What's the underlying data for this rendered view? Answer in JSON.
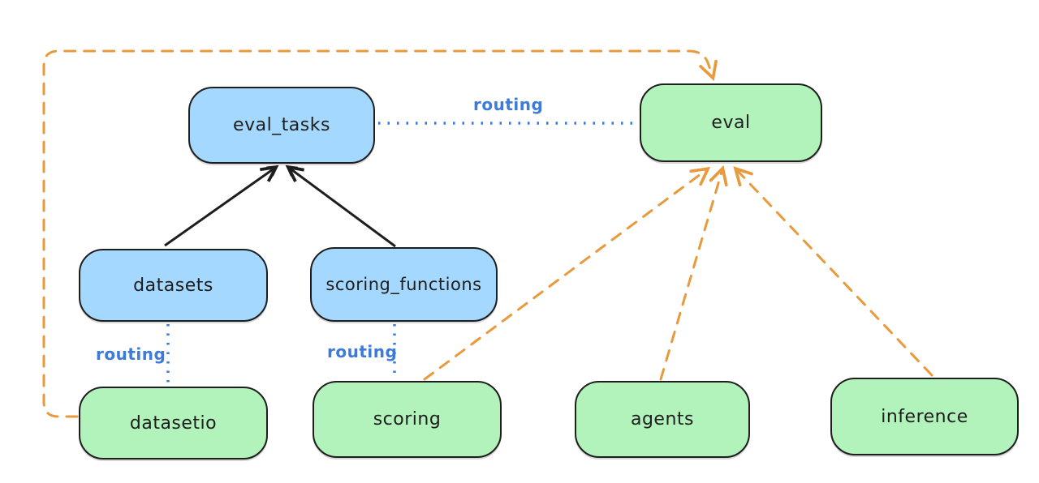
{
  "colors": {
    "node-blue": "#a5d8ff",
    "node-green": "#b2f2bb",
    "stroke-dark": "#1e1e1e",
    "routing-blue": "#3d7bdb",
    "arrow-orange": "#e89a3c",
    "canvas-bg": "#ffffff"
  },
  "diagram": {
    "nodes": [
      {
        "id": "eval_tasks",
        "label": "eval_tasks",
        "color": "blue"
      },
      {
        "id": "eval",
        "label": "eval",
        "color": "green"
      },
      {
        "id": "datasets",
        "label": "datasets",
        "color": "blue"
      },
      {
        "id": "scoring_functions",
        "label": "scoring_functions",
        "color": "blue"
      },
      {
        "id": "datasetio",
        "label": "datasetio",
        "color": "green"
      },
      {
        "id": "scoring",
        "label": "scoring",
        "color": "green"
      },
      {
        "id": "agents",
        "label": "agents",
        "color": "green"
      },
      {
        "id": "inference",
        "label": "inference",
        "color": "green"
      }
    ],
    "edges": [
      {
        "from": "datasets",
        "to": "eval_tasks",
        "style": "solid-arrow",
        "color": "black"
      },
      {
        "from": "scoring_functions",
        "to": "eval_tasks",
        "style": "solid-arrow",
        "color": "black"
      },
      {
        "from": "eval_tasks",
        "to": "eval",
        "style": "dotted",
        "color": "blue",
        "label": "routing"
      },
      {
        "from": "datasets",
        "to": "datasetio",
        "style": "dotted",
        "color": "blue",
        "label": "routing"
      },
      {
        "from": "scoring_functions",
        "to": "scoring",
        "style": "dotted",
        "color": "blue",
        "label": "routing"
      },
      {
        "from": "datasetio",
        "to": "eval",
        "style": "dashed-arrow",
        "color": "orange"
      },
      {
        "from": "scoring",
        "to": "eval",
        "style": "dashed-arrow",
        "color": "orange"
      },
      {
        "from": "agents",
        "to": "eval",
        "style": "dashed-arrow",
        "color": "orange"
      },
      {
        "from": "inference",
        "to": "eval",
        "style": "dashed-arrow",
        "color": "orange"
      }
    ]
  }
}
